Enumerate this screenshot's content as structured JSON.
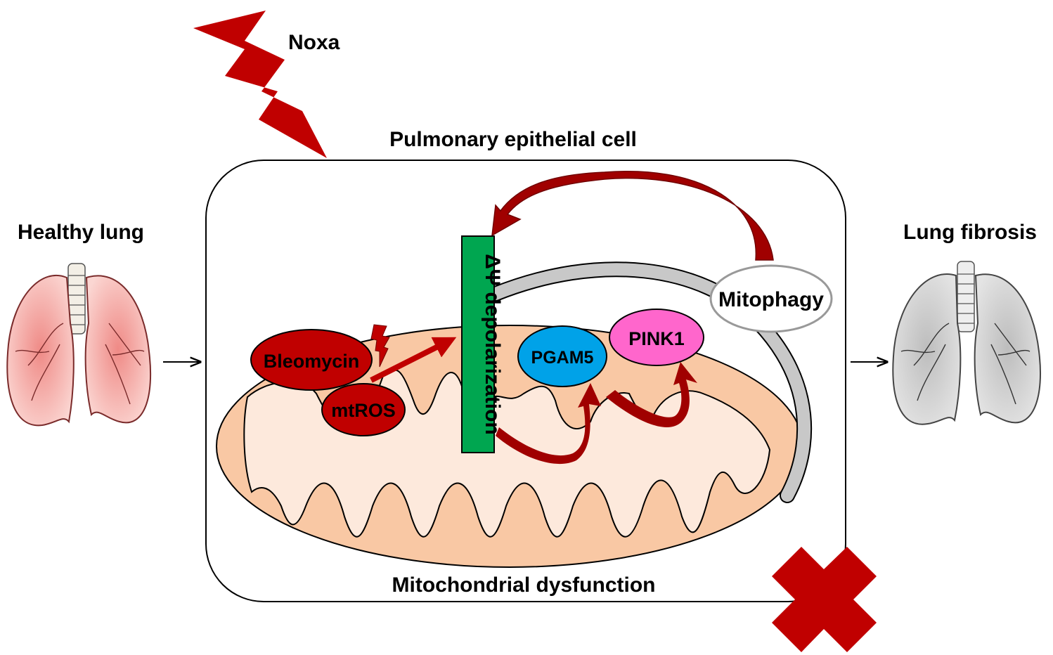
{
  "labels": {
    "noxa": "Noxa",
    "cell": "Pulmonary epithelial cell",
    "healthy_lung": "Healthy lung",
    "lung_fibrosis": "Lung fibrosis",
    "mitochondrial_dysfunction": "Mitochondrial dysfunction",
    "depolarization": "ΔΨ depolarization",
    "bleomycin": "Bleomycin",
    "mtros": "mtROS",
    "pgam5": "PGAM5",
    "pink1": "PINK1",
    "mitophagy": "Mitophagy"
  },
  "colors": {
    "noxa_bolt": "#c00000",
    "bleomycin": "#c00000",
    "mtros": "#c00000",
    "depolarization": "#00a650",
    "pgam5": "#00a2e8",
    "pink1": "#ff66cc",
    "mitochondrion_outer": "#f9c8a4",
    "mitochondrion_inner": "#fde9dc",
    "arrows": "#a00000",
    "membrane": "#c8c8c8",
    "block_cross": "#c00000",
    "healthy_lung": "#f4a6a0",
    "fibrotic_lung": "#c8c8c8"
  },
  "icons": [
    "lightning-bolt-icon",
    "healthy-lung-icon",
    "fibrotic-lung-icon",
    "cross-icon",
    "small-bolt-icon"
  ]
}
